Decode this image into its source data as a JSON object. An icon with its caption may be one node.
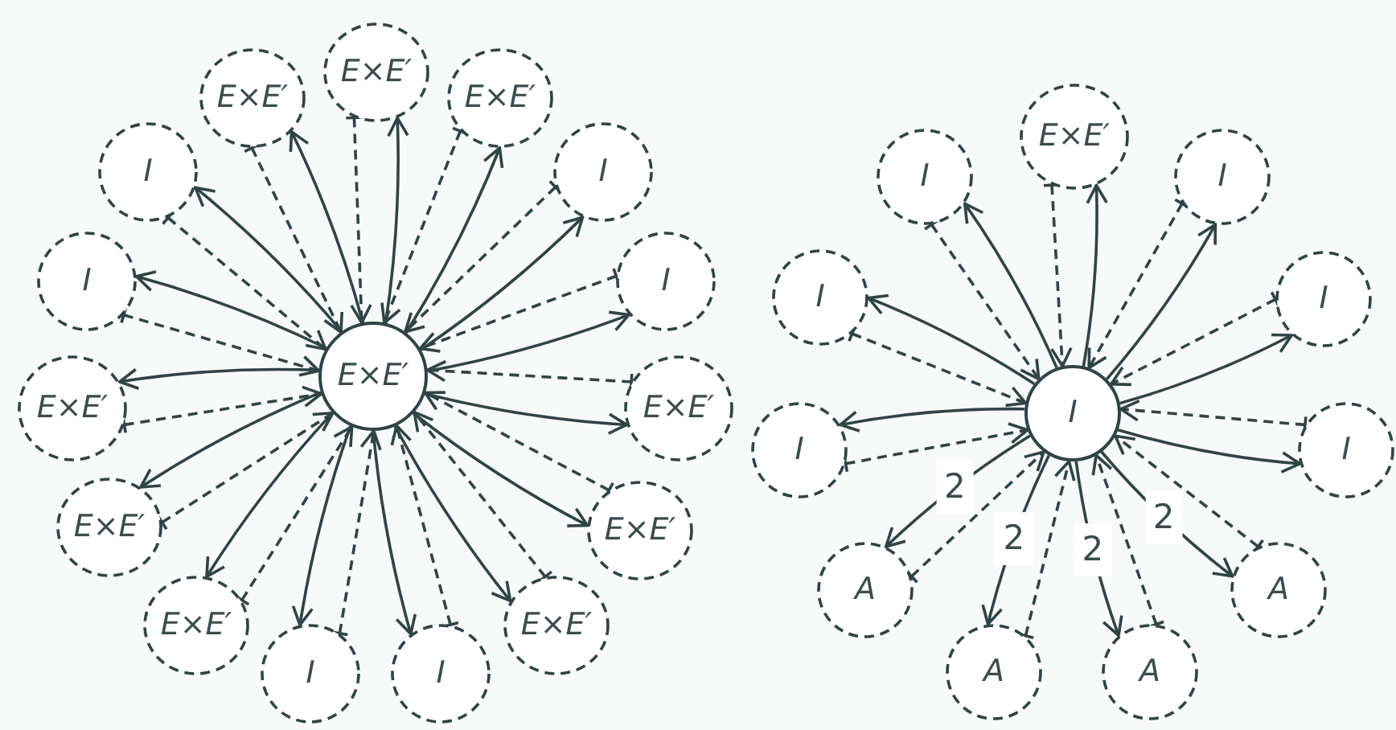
{
  "diagram": {
    "nodes": [
      {
        "text": [
          "E×E′"
        ]
      },
      {
        "text": [
          "E×E′"
        ]
      },
      {
        "text": [
          "E×E′"
        ]
      },
      {
        "text": [
          "I"
        ]
      },
      {
        "text": [
          "I"
        ]
      },
      {
        "text": [
          "E×E′"
        ]
      },
      {
        "text": [
          "E×E′"
        ]
      },
      {
        "text": [
          "E×E′"
        ]
      },
      {
        "text": [
          "I"
        ]
      },
      {
        "text": [
          "I"
        ]
      },
      {
        "text": [
          "E×E′"
        ]
      },
      {
        "text": [
          "E×E′"
        ]
      },
      {
        "text": [
          "E×E′"
        ]
      },
      {
        "text": [
          "I"
        ]
      },
      {
        "text": [
          "I"
        ]
      },
      {
        "text": [
          "E×E′"
        ]
      },
      {
        "text": [
          "I"
        ]
      },
      {
        "text": [
          "E×E′"
        ]
      },
      {
        "text": [
          "I"
        ]
      },
      {
        "text": [
          "I"
        ]
      },
      {
        "text": [
          "I"
        ]
      },
      {
        "text": [
          "I"
        ]
      },
      {
        "text": [
          "I"
        ]
      },
      {
        "text": [
          "I"
        ]
      },
      {
        "text": [
          "A"
        ]
      },
      {
        "text": [
          "A"
        ]
      },
      {
        "text": [
          "A"
        ]
      },
      {
        "text": [
          "A"
        ]
      }
    ],
    "edges": [
      {
        "from": 0,
        "to": 1,
        "arrow": "to"
      },
      {
        "from": 1,
        "to": 0,
        "arrow": "to",
        "style": "dashed"
      },
      {
        "from": 0,
        "to": 2,
        "arrow": "to"
      },
      {
        "from": 2,
        "to": 0,
        "arrow": "to",
        "style": "dashed"
      },
      {
        "from": 0,
        "to": 3,
        "arrow": "to"
      },
      {
        "from": 3,
        "to": 0,
        "arrow": "to",
        "style": "dashed"
      },
      {
        "from": 0,
        "to": 4,
        "arrow": "to"
      },
      {
        "from": 4,
        "to": 0,
        "arrow": "to",
        "style": "dashed"
      },
      {
        "from": 0,
        "to": 5,
        "arrow": "to"
      },
      {
        "from": 5,
        "to": 0,
        "arrow": "to",
        "style": "dashed"
      },
      {
        "from": 0,
        "to": 6,
        "arrow": "to"
      },
      {
        "from": 6,
        "to": 0,
        "arrow": "to",
        "style": "dashed"
      },
      {
        "from": 0,
        "to": 7,
        "arrow": "to"
      },
      {
        "from": 7,
        "to": 0,
        "arrow": "to",
        "style": "dashed"
      },
      {
        "from": 0,
        "to": 8,
        "arrow": "to"
      },
      {
        "from": 8,
        "to": 0,
        "arrow": "to",
        "style": "dashed"
      },
      {
        "from": 0,
        "to": 9,
        "arrow": "to"
      },
      {
        "from": 9,
        "to": 0,
        "arrow": "to",
        "style": "dashed"
      },
      {
        "from": 0,
        "to": 10,
        "arrow": "to"
      },
      {
        "from": 10,
        "to": 0,
        "arrow": "to",
        "style": "dashed"
      },
      {
        "from": 0,
        "to": 11,
        "arrow": "to"
      },
      {
        "from": 11,
        "to": 0,
        "arrow": "to",
        "style": "dashed"
      },
      {
        "from": 0,
        "to": 12,
        "arrow": "to"
      },
      {
        "from": 12,
        "to": 0,
        "arrow": "to",
        "style": "dashed"
      },
      {
        "from": 0,
        "to": 13,
        "arrow": "to"
      },
      {
        "from": 13,
        "to": 0,
        "arrow": "to",
        "style": "dashed"
      },
      {
        "from": 0,
        "to": 14,
        "arrow": "to"
      },
      {
        "from": 14,
        "to": 0,
        "arrow": "to",
        "style": "dashed"
      },
      {
        "from": 0,
        "to": 15,
        "arrow": "to"
      },
      {
        "from": 15,
        "to": 0,
        "arrow": "to",
        "style": "dashed"
      },
      {
        "from": 16,
        "to": 17,
        "arrow": "to"
      },
      {
        "from": 17,
        "to": 16,
        "arrow": "to",
        "style": "dashed"
      },
      {
        "from": 16,
        "to": 18,
        "arrow": "to"
      },
      {
        "from": 18,
        "to": 16,
        "arrow": "to",
        "style": "dashed"
      },
      {
        "from": 16,
        "to": 19,
        "arrow": "to"
      },
      {
        "from": 19,
        "to": 16,
        "arrow": "to",
        "style": "dashed"
      },
      {
        "from": 16,
        "to": 20,
        "arrow": "to"
      },
      {
        "from": 20,
        "to": 16,
        "arrow": "to",
        "style": "dashed"
      },
      {
        "from": 16,
        "to": 21,
        "arrow": "to"
      },
      {
        "from": 21,
        "to": 16,
        "arrow": "to",
        "style": "dashed"
      },
      {
        "from": 16,
        "to": 22,
        "arrow": "to"
      },
      {
        "from": 22,
        "to": 16,
        "arrow": "to",
        "style": "dashed"
      },
      {
        "from": 16,
        "to": 23,
        "arrow": "to"
      },
      {
        "from": 23,
        "to": 16,
        "arrow": "to",
        "style": "dashed"
      },
      {
        "from": 16,
        "to": 24,
        "arrow": "to",
        "label": "2"
      },
      {
        "from": 24,
        "to": 16,
        "arrow": "to",
        "style": "dashed"
      },
      {
        "from": 16,
        "to": 25,
        "arrow": "to",
        "label": "2"
      },
      {
        "from": 25,
        "to": 16,
        "arrow": "to",
        "style": "dashed"
      },
      {
        "from": 16,
        "to": 26,
        "arrow": "to",
        "label": "2"
      },
      {
        "from": 26,
        "to": 16,
        "arrow": "to",
        "style": "dashed"
      },
      {
        "from": 16,
        "to": 27,
        "arrow": "to",
        "label": "2"
      },
      {
        "from": 27,
        "to": 16,
        "arrow": "to",
        "style": "dashed"
      }
    ]
  }
}
